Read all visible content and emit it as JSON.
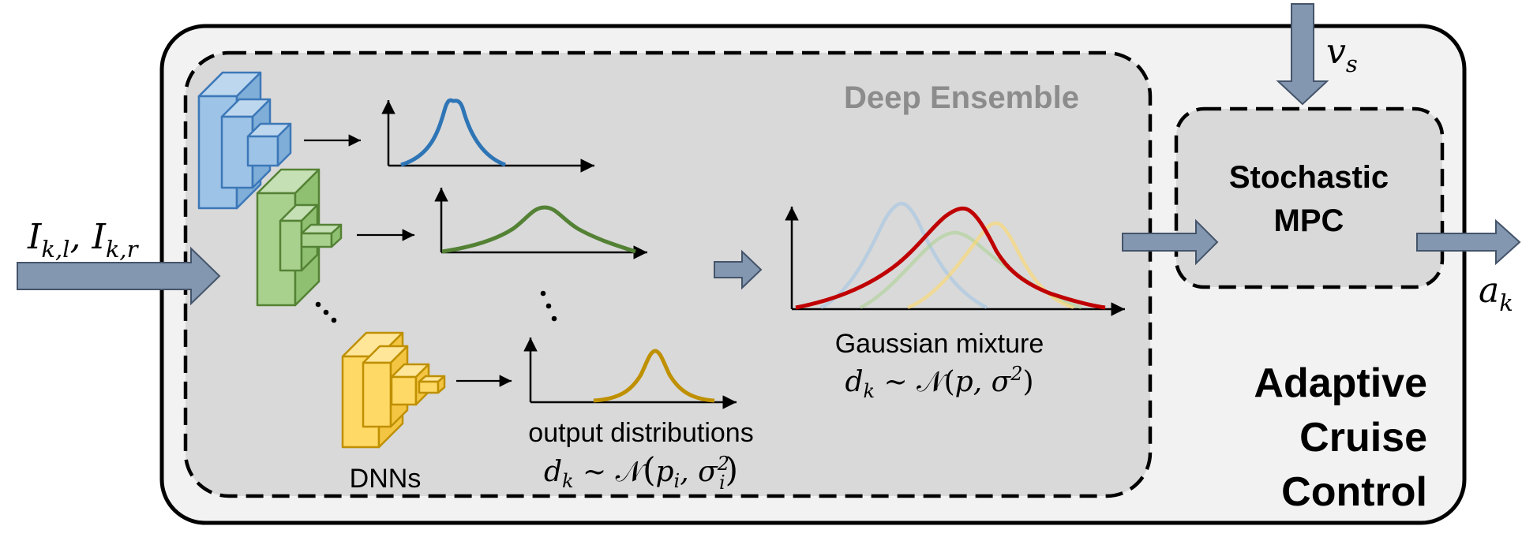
{
  "labels": {
    "input": "I_{k,l}, I_{k,r}",
    "ensemble_title": "Deep Ensemble",
    "dnns": "DNNs",
    "output_distributions": "output distributions",
    "output_formula": "d_k ~ N(p_i, σ_i²)",
    "gaussian_mixture": "Gaussian mixture",
    "mixture_formula": "d_k ~ N(p, σ²)",
    "mpc_line1": "Stochastic",
    "mpc_line2": "MPC",
    "vs": "v_s",
    "ak": "a_k",
    "acc_line1": "Adaptive",
    "acc_line2": "Cruise",
    "acc_line3": "Control"
  },
  "colors": {
    "blue": "#3c78b8",
    "blue_fill": "#9dc3e6",
    "green": "#548235",
    "green_fill": "#a9d18e",
    "gold": "#bf9000",
    "gold_fill": "#ffd966",
    "red": "#c00000",
    "arrow": "#8497b0",
    "outer_bg": "#f2f2f2",
    "inner_bg": "#d9d9d9",
    "title_gray": "#8c8c8c"
  }
}
